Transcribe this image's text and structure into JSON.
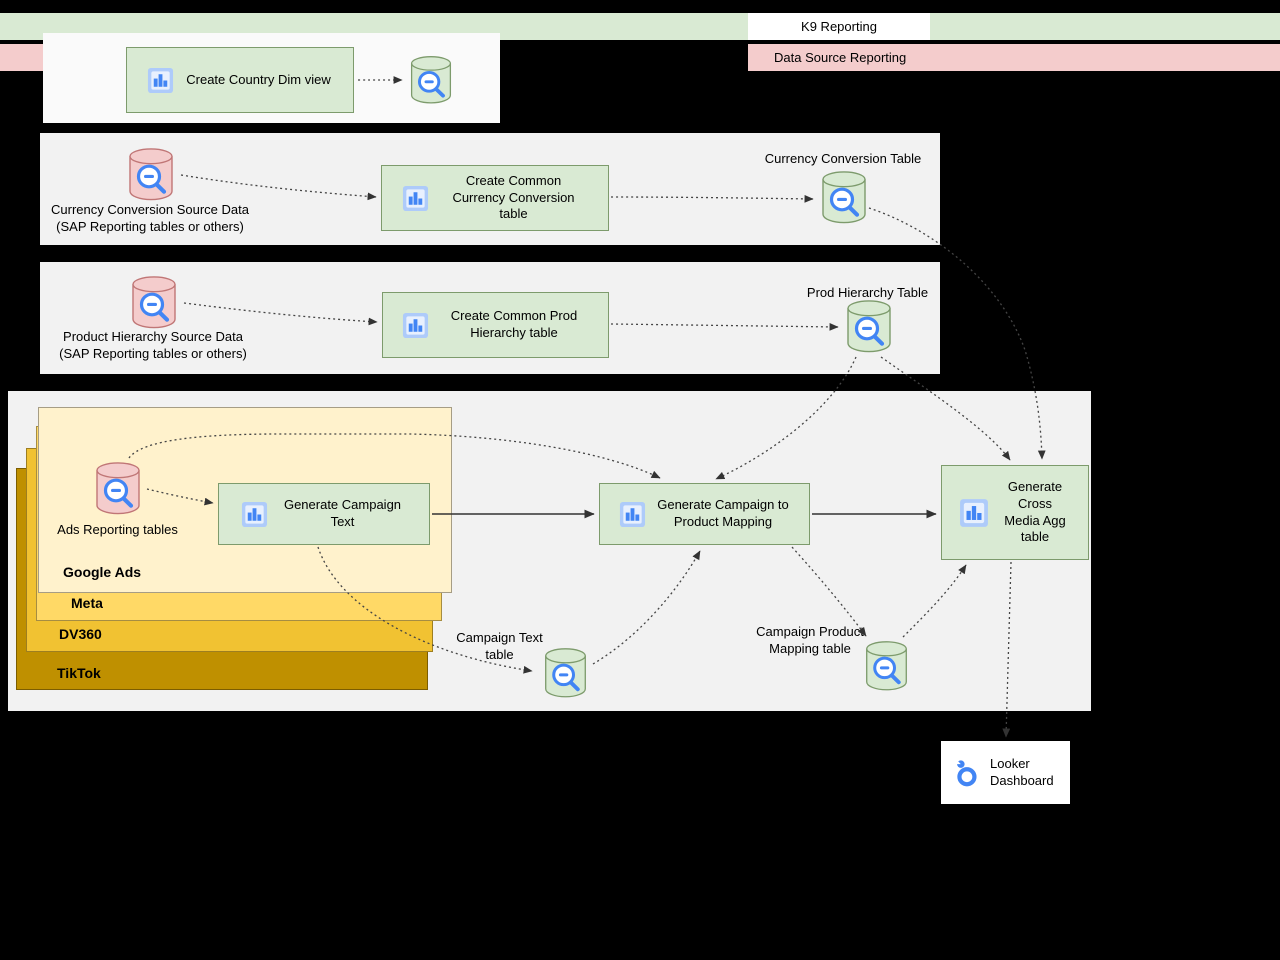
{
  "legend": {
    "k9_label": "K9 Reporting",
    "data_source_label": "Data Source Reporting"
  },
  "colors": {
    "k9_green": "#d9ead3",
    "green_border": "#7d9b6c",
    "source_pink": "#f4cccc",
    "pink_border": "#c07676",
    "accent_blue": "#4285f4",
    "card_google_ads": "#fff2cc",
    "card_meta": "#ffd966",
    "card_dv360": "#f1c232",
    "card_tiktok": "#bf9000"
  },
  "country_section": {
    "job_label": "Create Country Dim view"
  },
  "currency_section": {
    "source_line1": "Currency Conversion Source Data",
    "source_line2": "(SAP Reporting tables or others)",
    "job_label": "Create Common Currency Conversion table",
    "output_label": "Currency Conversion Table"
  },
  "product_section": {
    "source_line1": "Product Hierarchy Source Data",
    "source_line2": "(SAP Reporting tables or others)",
    "job_label": "Create Common Prod Hierarchy table",
    "output_label": "Prod Hierarchy Table"
  },
  "ads_section": {
    "cards": [
      {
        "label": "Google Ads"
      },
      {
        "label": "Meta"
      },
      {
        "label": "DV360"
      },
      {
        "label": "TikTok"
      }
    ],
    "source_label": "Ads Reporting tables",
    "campaign_text_job": "Generate Campaign Text",
    "mapping_job": "Generate Campaign to Product Mapping",
    "cross_media_job": "Generate Cross Media Agg table",
    "campaign_text_table": "Campaign Text table",
    "mapping_table": "Campaign Product Mapping table"
  },
  "looker": {
    "label": "Looker Dashboard"
  }
}
